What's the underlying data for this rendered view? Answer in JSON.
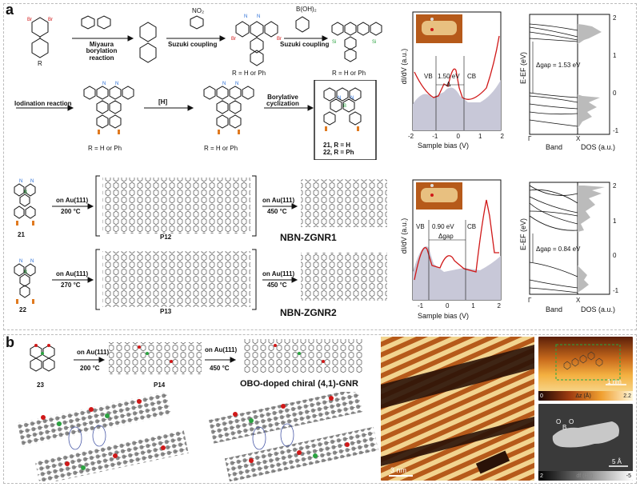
{
  "panel_a": {
    "label": "a",
    "reactions": {
      "miyaura": "Miyaura borylation\nreaction",
      "suzuki1": "Suzuki coupling",
      "suzuki2": "Suzuki coupling",
      "iodination": "Iodination reaction",
      "reduction": "[H]",
      "borylative": "Borylative\ncyclization",
      "r_note_1": "R = H or Ph",
      "r_note_2": "R = H or Ph",
      "r_note_3": "R = H or Ph",
      "r_note_4": "R = H or Ph",
      "r_note_sub": "R",
      "boronic": "B(OH)₂",
      "nitro": "NO₂",
      "products": [
        "21, R = H",
        "22, R = Ph"
      ]
    },
    "ribbons": {
      "row1": {
        "monomer": "21",
        "cond1": "on Au(111)",
        "temp1": "200 °C",
        "poly": "P12",
        "cond2": "on Au(111)",
        "temp2": "450 °C",
        "name": "NBN-ZGNR1"
      },
      "row2": {
        "monomer": "22",
        "cond1": "on Au(111)",
        "temp1": "270 °C",
        "poly": "P13",
        "cond2": "on Au(111)",
        "temp2": "450 °C",
        "name": "NBN-ZGNR2"
      }
    },
    "sts_top": {
      "ylabel": "dI/dV (a.u.)",
      "xlabel": "Sample bias (V)",
      "vb": "VB",
      "cb": "CB",
      "gap": "1.50 eV",
      "delta": "Δ",
      "xticks": [
        "-2",
        "-1",
        "0",
        "1",
        "2"
      ]
    },
    "sts_bottom": {
      "ylabel": "dI/dV (a.u.)",
      "xlabel": "Sample bias (V)",
      "vb": "VB",
      "cb": "CB",
      "gap": "0.90 eV",
      "delta": "Δgap",
      "xticks": [
        "-1",
        "0",
        "1",
        "2"
      ]
    },
    "band_top": {
      "ylabel": "E-EF (eV)",
      "gap": "Δgap = 1.53 eV",
      "gamma": "Γ",
      "x": "X",
      "band": "Band",
      "dos": "DOS (a.u.)",
      "yticks": [
        "2",
        "1",
        "0",
        "-1"
      ]
    },
    "band_bottom": {
      "ylabel": "E-EF (eV)",
      "gap": "Δgap = 0.84 eV",
      "gamma": "Γ",
      "x": "X",
      "band": "Band",
      "dos": "DOS (a.u.)",
      "yticks": [
        "2",
        "1",
        "0",
        "-1"
      ]
    }
  },
  "panel_b": {
    "label": "b",
    "monomer": "23",
    "cond1": "on Au(111)",
    "temp1": "200 °C",
    "poly": "P14",
    "cond2": "on Au(111)",
    "temp2": "450 °C",
    "name": "OBO-doped chiral (4,1)-GNR",
    "stm_scale": "3 nm",
    "afm_scale": "1 nm",
    "afm_cbar": {
      "min": "0",
      "label": "Δz (Å)",
      "max": "2.2"
    },
    "nc_scale": "5 Å",
    "nc_cbar": {
      "min": "2",
      "label": "df (Hz)",
      "max": "-5"
    },
    "atom_o": "O",
    "atom_b": "B",
    "atom_o2": "O"
  },
  "colors": {
    "red": "#d01818",
    "blue": "#2b6fd6",
    "green": "#2aa340",
    "orange": "#e07a20",
    "stm_bg": "#b65a1a"
  }
}
